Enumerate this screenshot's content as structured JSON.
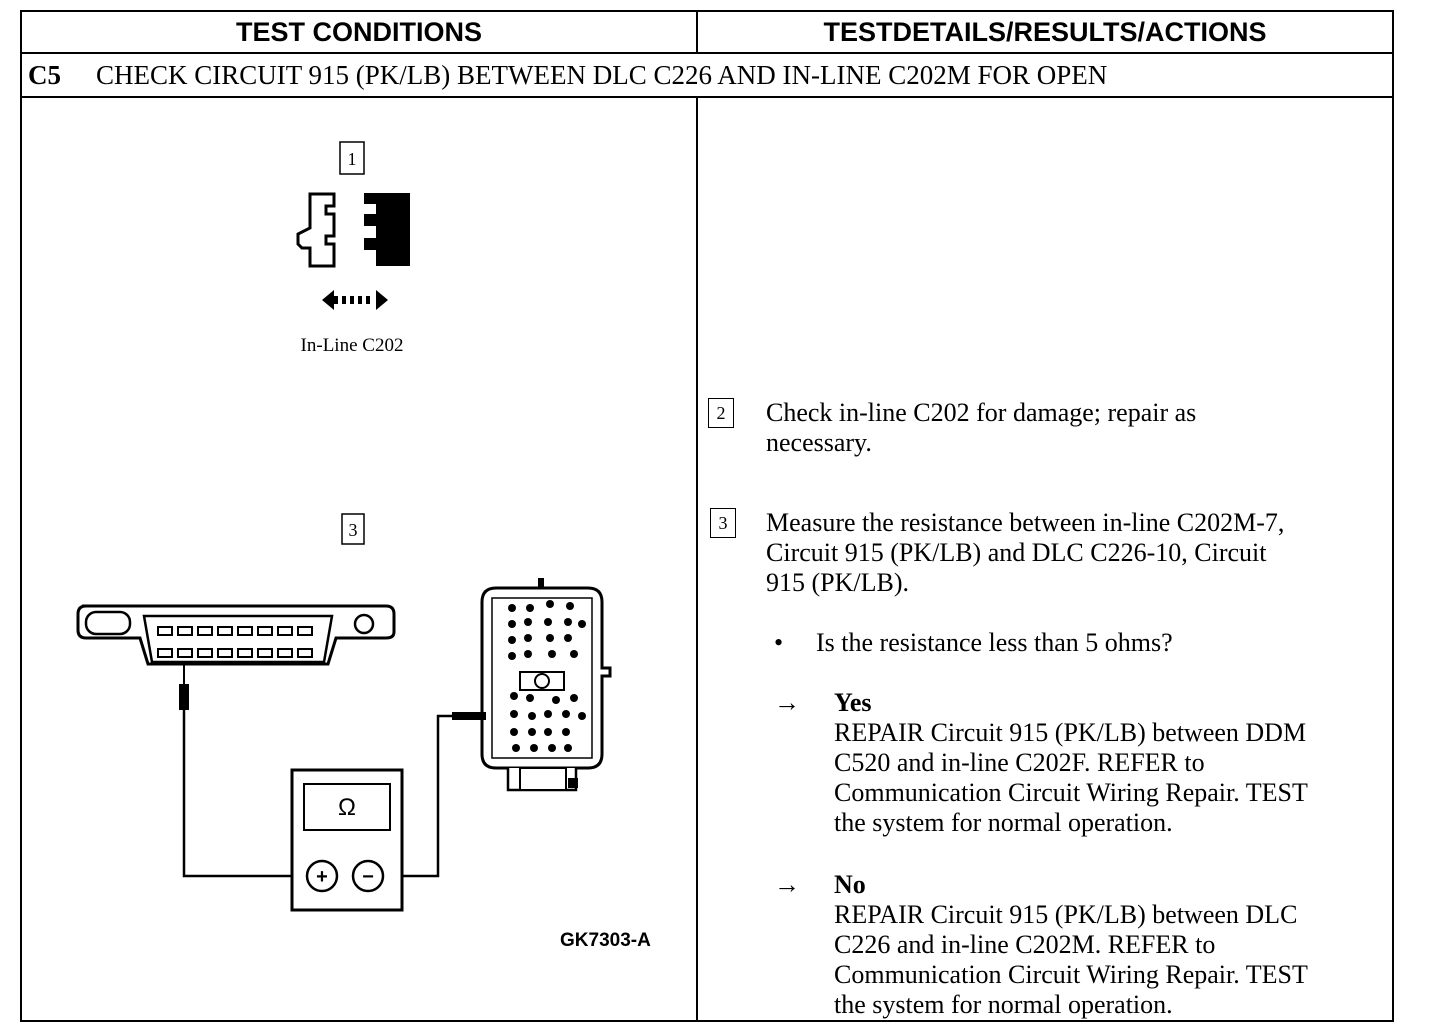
{
  "header": {
    "left_title": "TEST CONDITIONS",
    "right_title": "TESTDETAILS/RESULTS/ACTIONS"
  },
  "step": {
    "id": "C5",
    "title": "CHECK CIRCUIT 915 (PK/LB) BETWEEN DLC C226 AND IN-LINE C202M FOR OPEN"
  },
  "figure": {
    "callout_1": "1",
    "connector_label": "In-Line C202",
    "callout_3": "3",
    "meter_symbol": "Ω",
    "plus_symbol": "+",
    "minus_symbol": "−",
    "figure_code": "GK7303-A"
  },
  "details": {
    "step2": {
      "number": "2",
      "line1": "Check in-line C202 for damage; repair as",
      "line2": "necessary."
    },
    "step3": {
      "number": "3",
      "line1": "Measure the resistance between in-line C202M-7,",
      "line2": "Circuit 915 (PK/LB) and DLC C226-10, Circuit",
      "line3": "915 (PK/LB).",
      "bullet_symbol": "•",
      "question": "Is the resistance less than 5 ohms?",
      "arrow_symbol": "→",
      "yes": {
        "label": "Yes",
        "line1": "REPAIR Circuit 915 (PK/LB) between DDM",
        "line2": "C520 and in-line C202F. REFER to",
        "line3": "Communication Circuit Wiring Repair. TEST",
        "line4": "the system for normal operation."
      },
      "no": {
        "label": "No",
        "line1": "REPAIR Circuit 915 (PK/LB) between DLC",
        "line2": "C226 and in-line C202M. REFER to",
        "line3": "Communication Circuit Wiring Repair. TEST",
        "line4": "the system for normal operation."
      }
    }
  }
}
